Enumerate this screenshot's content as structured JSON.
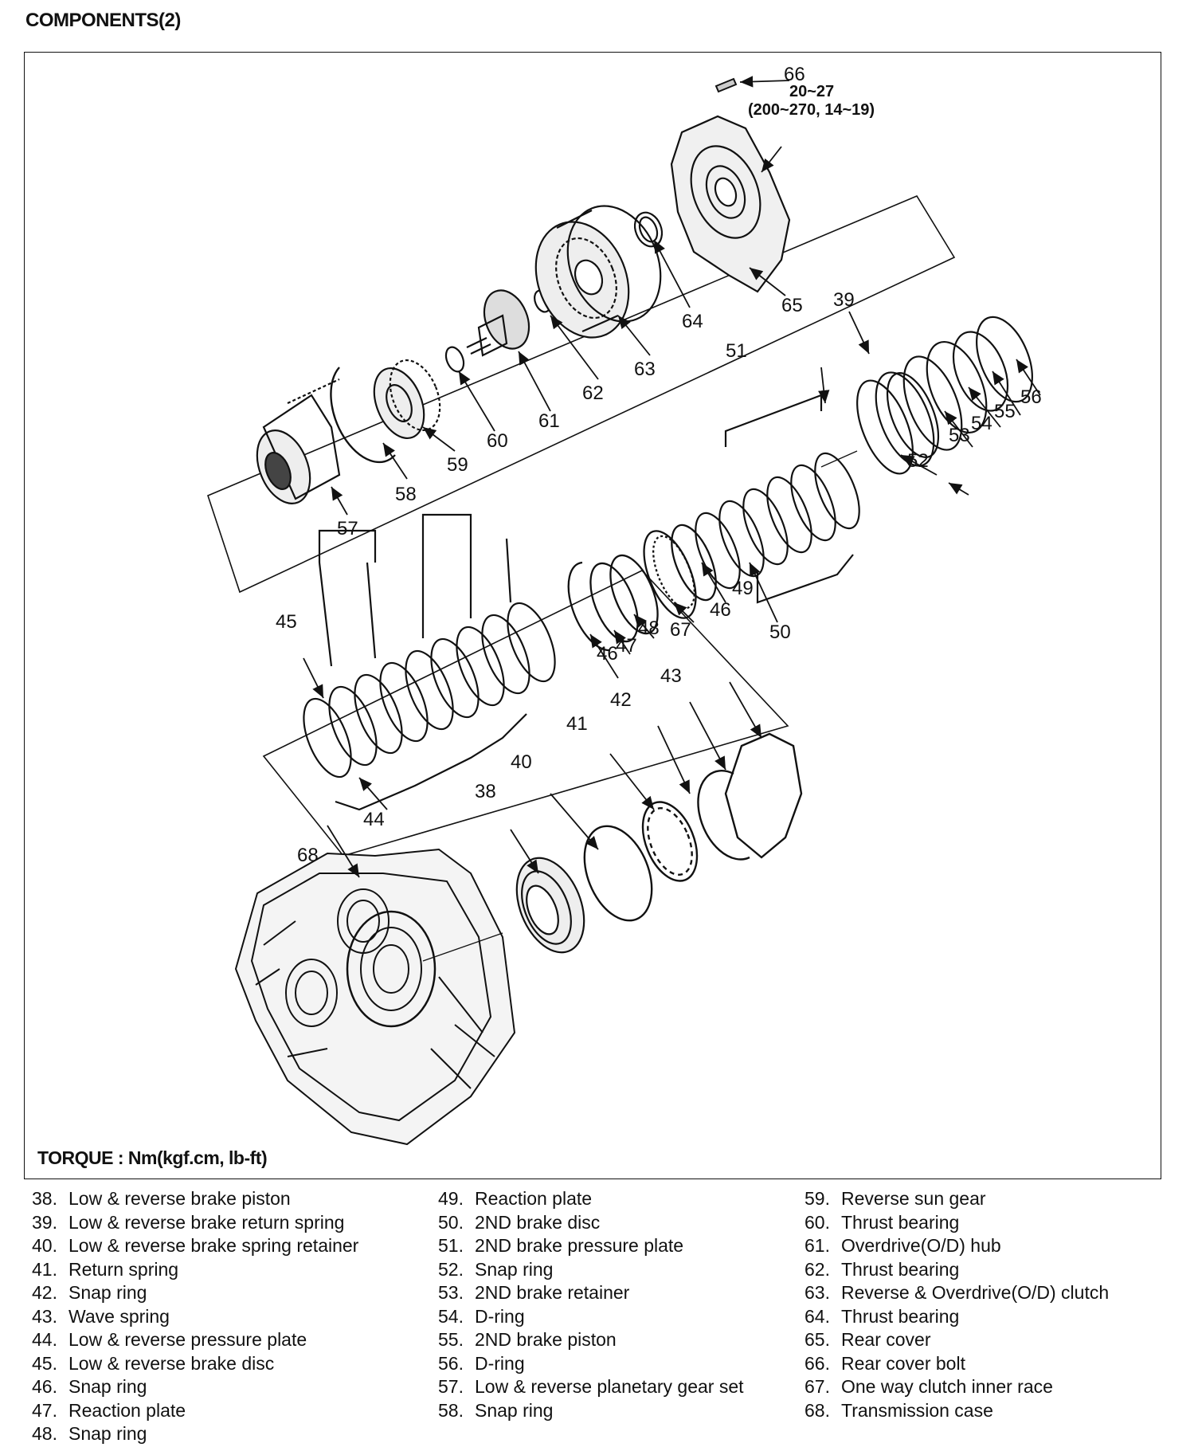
{
  "title": "COMPONENTS(2)",
  "torque_label": "TORQUE : Nm(kgf.cm, lb-ft)",
  "torque_spec": {
    "line1": "20~27",
    "line2": "(200~270, 14~19)"
  },
  "callouts": {
    "c38": "38",
    "c39": "39",
    "c40": "40",
    "c41": "41",
    "c42": "42",
    "c43": "43",
    "c44": "44",
    "c45": "45",
    "c46a": "46",
    "c46b": "46",
    "c47": "47",
    "c48": "48",
    "c49": "49",
    "c50": "50",
    "c51": "51",
    "c52": "52",
    "c53": "53",
    "c54": "54",
    "c55": "55",
    "c56": "56",
    "c57": "57",
    "c58": "58",
    "c59": "59",
    "c60": "60",
    "c61": "61",
    "c62": "62",
    "c63": "63",
    "c64": "64",
    "c65": "65",
    "c66": "66",
    "c67": "67",
    "c68": "68"
  },
  "legend": {
    "col1": [
      {
        "num": "38.",
        "name": "Low & reverse brake piston"
      },
      {
        "num": "39.",
        "name": "Low & reverse brake return spring"
      },
      {
        "num": "40.",
        "name": "Low & reverse brake spring retainer"
      },
      {
        "num": "41.",
        "name": "Return spring"
      },
      {
        "num": "42.",
        "name": "Snap ring"
      },
      {
        "num": "43.",
        "name": "Wave spring"
      },
      {
        "num": "44.",
        "name": "Low & reverse pressure plate"
      },
      {
        "num": "45.",
        "name": "Low & reverse brake disc"
      },
      {
        "num": "46.",
        "name": "Snap ring"
      },
      {
        "num": "47.",
        "name": "Reaction plate"
      },
      {
        "num": "48.",
        "name": "Snap ring"
      }
    ],
    "col2": [
      {
        "num": "49.",
        "name": "Reaction plate"
      },
      {
        "num": "50.",
        "name": "2ND brake disc"
      },
      {
        "num": "51.",
        "name": "2ND brake pressure plate"
      },
      {
        "num": "52.",
        "name": "Snap ring"
      },
      {
        "num": "53.",
        "name": "2ND brake retainer"
      },
      {
        "num": "54.",
        "name": "D-ring"
      },
      {
        "num": "55.",
        "name": "2ND brake piston"
      },
      {
        "num": "56.",
        "name": "D-ring"
      },
      {
        "num": "57.",
        "name": "Low & reverse planetary gear set"
      },
      {
        "num": "58.",
        "name": "Snap ring"
      }
    ],
    "col3": [
      {
        "num": "59.",
        "name": "Reverse sun gear"
      },
      {
        "num": "60.",
        "name": "Thrust bearing"
      },
      {
        "num": "61.",
        "name": "Overdrive(O/D) hub"
      },
      {
        "num": "62.",
        "name": "Thrust bearing"
      },
      {
        "num": "63.",
        "name": "Reverse & Overdrive(O/D) clutch"
      },
      {
        "num": "64.",
        "name": "Thrust bearing"
      },
      {
        "num": "65.",
        "name": "Rear cover"
      },
      {
        "num": "66.",
        "name": "Rear cover bolt"
      },
      {
        "num": "67.",
        "name": "One way clutch inner race"
      },
      {
        "num": "68.",
        "name": "Transmission case"
      }
    ]
  }
}
